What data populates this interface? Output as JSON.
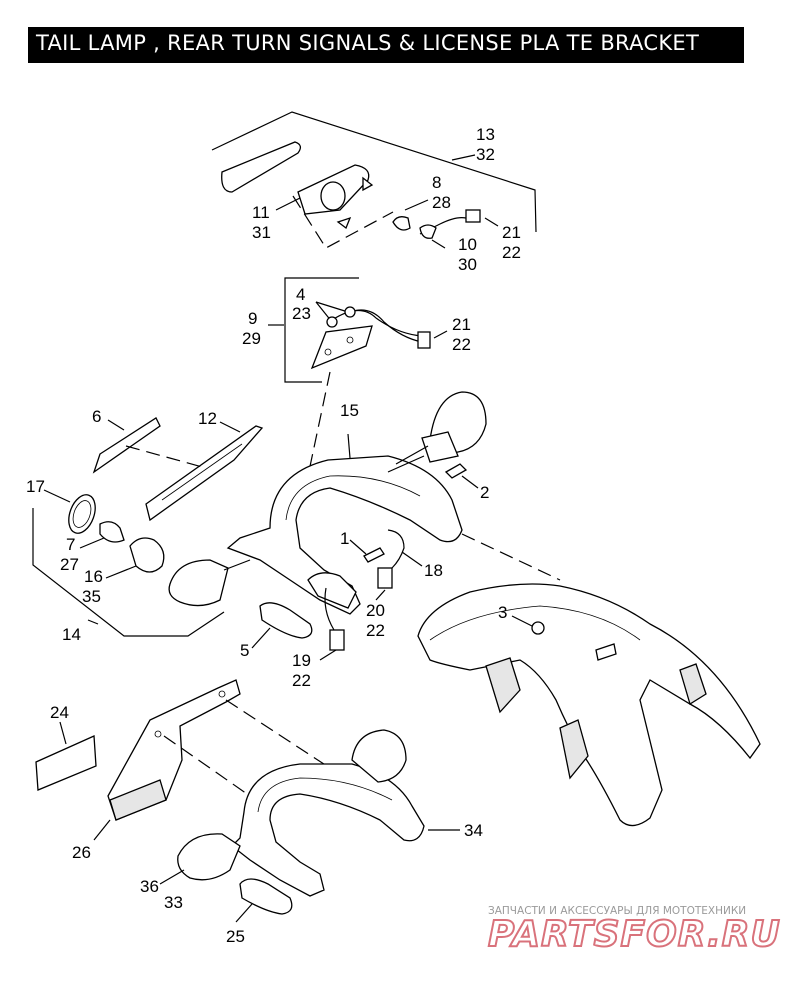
{
  "title": "TAIL LAMP , REAR TURN SIGNALS & LICENSE PLA TE BRACKET",
  "callouts": {
    "c13": "13",
    "c32": "32",
    "c8": "8",
    "c28": "28",
    "c11": "11",
    "c31": "31",
    "c21a": "21",
    "c22a": "22",
    "c10": "10",
    "c30": "30",
    "c4": "4",
    "c23": "23",
    "c9": "9",
    "c29": "29",
    "c21b": "21",
    "c22b": "22",
    "c6": "6",
    "c12": "12",
    "c15": "15",
    "c2": "2",
    "c17": "17",
    "c7": "7",
    "c27": "27",
    "c1": "1",
    "c18": "18",
    "c16": "16",
    "c35": "35",
    "c20": "20",
    "c22c": "22",
    "c3": "3",
    "c5": "5",
    "c14": "14",
    "c19": "19",
    "c22d": "22",
    "c24": "24",
    "c26": "26",
    "c34": "34",
    "c36": "36",
    "c33": "33",
    "c25": "25"
  },
  "watermark": {
    "subtitle": "ЗАПЧАСТИ И АКСЕССУАРЫ ДЛЯ МОТОТЕХНИКИ",
    "logo": "PARTSFOR.RU"
  }
}
